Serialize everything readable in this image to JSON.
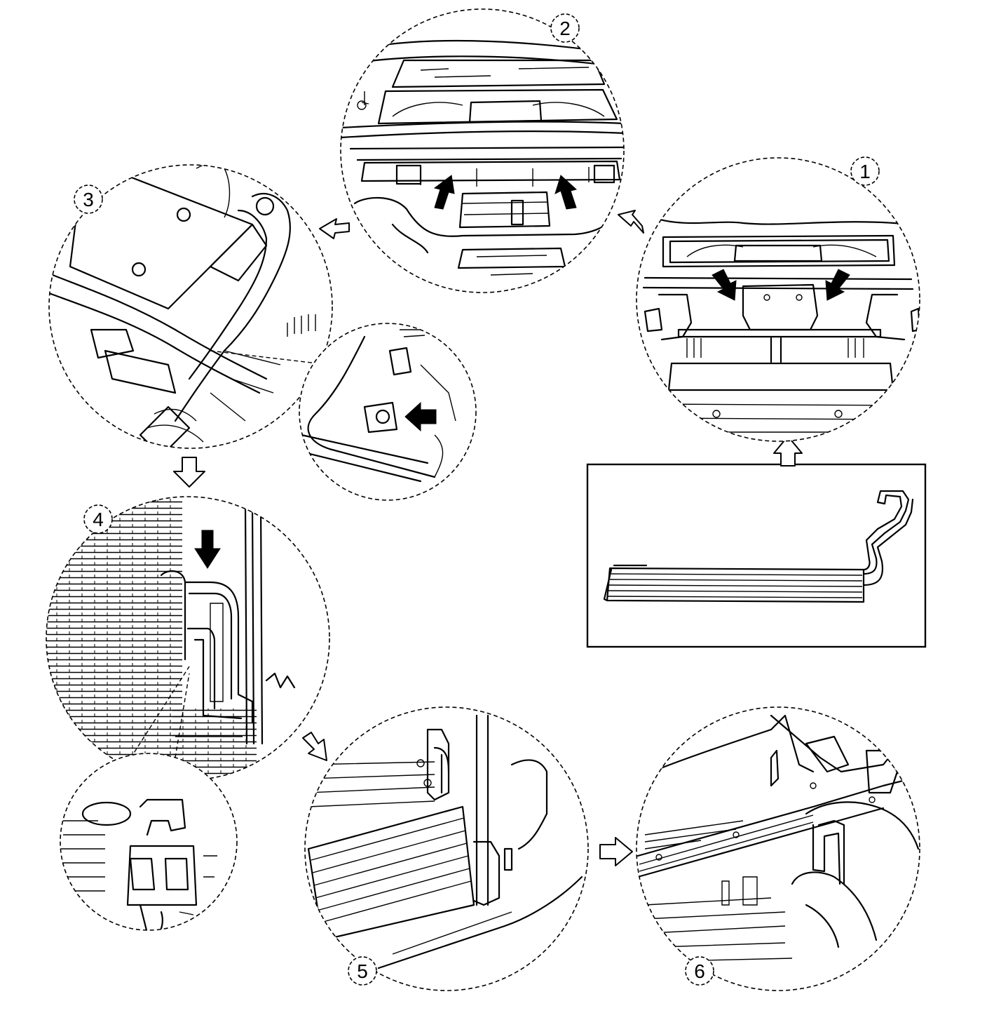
{
  "diagram": {
    "steps": [
      {
        "id": "1",
        "label": "1"
      },
      {
        "id": "2",
        "label": "2"
      },
      {
        "id": "3",
        "label": "3"
      },
      {
        "id": "4",
        "label": "4"
      },
      {
        "id": "5",
        "label": "5"
      },
      {
        "id": "6",
        "label": "6"
      }
    ],
    "flow": [
      {
        "from": "component",
        "to": "1",
        "icon": "hollow-arrow-up-icon"
      },
      {
        "from": "1",
        "to": "2",
        "icon": "hollow-arrow-left-icon"
      },
      {
        "from": "2",
        "to": "3",
        "icon": "hollow-arrow-left-icon"
      },
      {
        "from": "3",
        "to": "4",
        "icon": "hollow-arrow-down-icon"
      },
      {
        "from": "4",
        "to": "5",
        "icon": "hollow-arrow-down-right-icon"
      },
      {
        "from": "5",
        "to": "6",
        "icon": "hollow-arrow-right-icon"
      }
    ],
    "callouts": [
      {
        "id": "1",
        "icon": "solid-arrow-icon",
        "count": 2
      },
      {
        "id": "2",
        "icon": "solid-arrow-icon",
        "count": 2
      },
      {
        "id": "3-detail",
        "icon": "solid-arrow-icon",
        "count": 1
      },
      {
        "id": "4",
        "icon": "solid-arrow-icon",
        "count": 1
      }
    ],
    "colors": {
      "ink": "#000000",
      "paper": "#ffffff"
    }
  }
}
